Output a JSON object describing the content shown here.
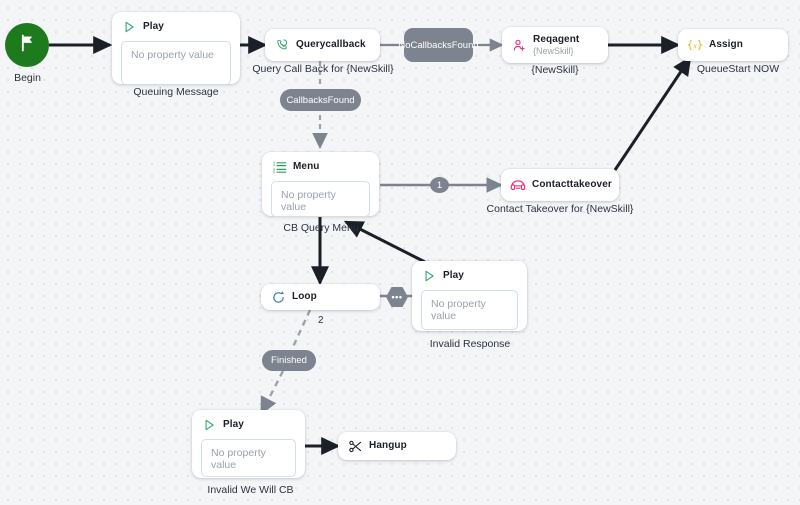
{
  "canvas": {
    "background_color": "#f4f5f7",
    "grid": "dot-grid"
  },
  "colors": {
    "begin_green": "#1d7a1d",
    "play_green": "#3aa574",
    "menu_green": "#2e9e5b",
    "agent_pink": "#e8357f",
    "takeover_pink": "#e8357f",
    "assign_yellow": "#d6c017",
    "loop_blue": "#3f7fb5",
    "hangup_black": "#1b1f27",
    "connector_grey": "#7d848f",
    "connector_black": "#1b1f27"
  },
  "nodes": [
    {
      "id": "begin",
      "type": "start",
      "icon": "flag-icon",
      "title": "",
      "caption": "Begin"
    },
    {
      "id": "queuing-message",
      "type": "play",
      "icon": "play-triangle-icon",
      "title": "Play",
      "property_placeholder": "No property value",
      "caption": "Queuing Message"
    },
    {
      "id": "querycallback",
      "type": "action",
      "icon": "phone-callback-icon",
      "title": "Querycallback",
      "caption": "Query Call Back for {NewSkill}"
    },
    {
      "id": "reqagent",
      "type": "action",
      "icon": "person-add-icon",
      "title": "Reqagent",
      "subtitle": "{NewSkill}",
      "caption": "{NewSkill}"
    },
    {
      "id": "assign",
      "type": "action",
      "icon": "variable-braces-icon",
      "title": "Assign",
      "caption": "QueueStart NOW"
    },
    {
      "id": "cb-query-menu",
      "type": "menu",
      "icon": "numbered-list-icon",
      "title": "Menu",
      "property_placeholder": "No property value",
      "caption": "CB Query Menu"
    },
    {
      "id": "contacttakeover",
      "type": "action",
      "icon": "phone-headset-icon",
      "title": "Contacttakeover",
      "caption": "Contact Takeover for {NewSkill}"
    },
    {
      "id": "loop",
      "type": "loop",
      "icon": "loop-circular-arrow-icon",
      "title": "Loop",
      "caption": ""
    },
    {
      "id": "invalid-response",
      "type": "play",
      "icon": "play-triangle-icon",
      "title": "Play",
      "property_placeholder": "No property value",
      "caption": "Invalid Response"
    },
    {
      "id": "invalid-we-will-cb",
      "type": "play",
      "icon": "play-triangle-icon",
      "title": "Play",
      "property_placeholder": "No property value",
      "caption": "Invalid We Will CB"
    },
    {
      "id": "hangup",
      "type": "action",
      "icon": "scissors-cut-icon",
      "title": "Hangup",
      "caption": ""
    }
  ],
  "edge_labels": {
    "no_callbacks_found": "NoCallbacksFound",
    "callbacks_found": "CallbacksFound",
    "finished": "Finished",
    "menu_option_one": "1",
    "loop_count": "2",
    "loop_default": "•••"
  }
}
